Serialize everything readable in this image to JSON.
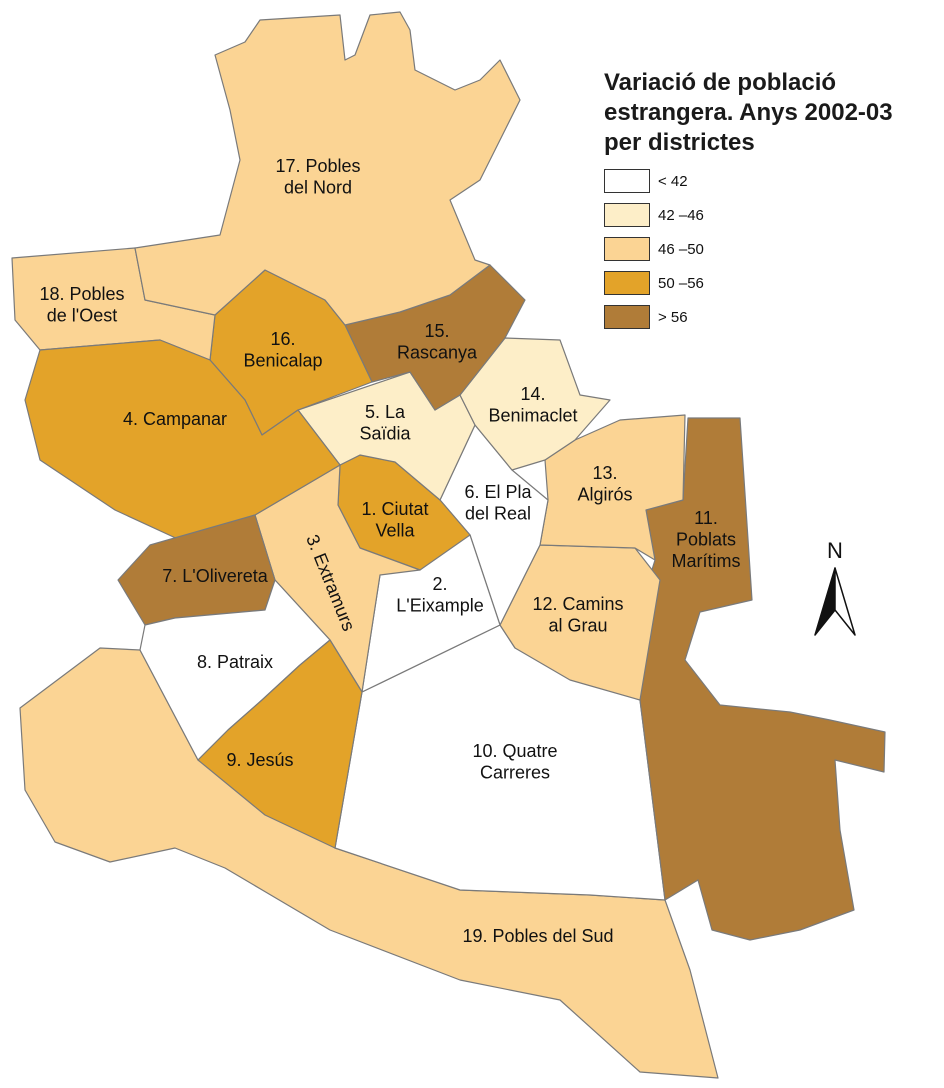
{
  "legend": {
    "title_lines": [
      "Variació de població",
      "estrangera. Anys 2002-03",
      "per districtes"
    ],
    "classes": [
      {
        "label": "< 42",
        "color": "#ffffff"
      },
      {
        "label": "42 –46",
        "color": "#fdeec8"
      },
      {
        "label": "46 –50",
        "color": "#fbd494"
      },
      {
        "label": "50 –56",
        "color": "#e3a329"
      },
      {
        "label": "> 56",
        "color": "#b07c38"
      }
    ]
  },
  "north_arrow": {
    "label": "N"
  },
  "districts": [
    {
      "id": "d1",
      "label": [
        "1. Ciutat",
        "Vella"
      ],
      "class": 3
    },
    {
      "id": "d2",
      "label": [
        "2.",
        "L'Eixample"
      ],
      "class": 0
    },
    {
      "id": "d3",
      "label": [
        "3. Extramurs"
      ],
      "class": 2
    },
    {
      "id": "d4",
      "label": [
        "4. Campanar"
      ],
      "class": 3
    },
    {
      "id": "d5",
      "label": [
        "5. La",
        "Saïdia"
      ],
      "class": 1
    },
    {
      "id": "d6",
      "label": [
        "6. El Pla",
        "del Real"
      ],
      "class": 0
    },
    {
      "id": "d7",
      "label": [
        "7. L'Olivereta"
      ],
      "class": 4
    },
    {
      "id": "d8",
      "label": [
        "8. Patraix"
      ],
      "class": 0
    },
    {
      "id": "d9",
      "label": [
        "9. Jesús"
      ],
      "class": 3
    },
    {
      "id": "d10",
      "label": [
        "10. Quatre",
        "Carreres"
      ],
      "class": 0
    },
    {
      "id": "d11",
      "label": [
        "11.",
        "Poblats",
        "Marítims"
      ],
      "class": 4
    },
    {
      "id": "d12",
      "label": [
        "12. Camins",
        "al Grau"
      ],
      "class": 2
    },
    {
      "id": "d13",
      "label": [
        "13.",
        "Algirós"
      ],
      "class": 2
    },
    {
      "id": "d14",
      "label": [
        "14.",
        "Benimaclet"
      ],
      "class": 1
    },
    {
      "id": "d15",
      "label": [
        "15.",
        "Rascanya"
      ],
      "class": 4
    },
    {
      "id": "d16",
      "label": [
        "16.",
        "Benicalap"
      ],
      "class": 3
    },
    {
      "id": "d17",
      "label": [
        "17. Pobles",
        "del Nord"
      ],
      "class": 2
    },
    {
      "id": "d18",
      "label": [
        "18. Pobles",
        "de l'Oest"
      ],
      "class": 2
    },
    {
      "id": "d19",
      "label": [
        "19. Pobles del Sud"
      ],
      "class": 2
    }
  ]
}
